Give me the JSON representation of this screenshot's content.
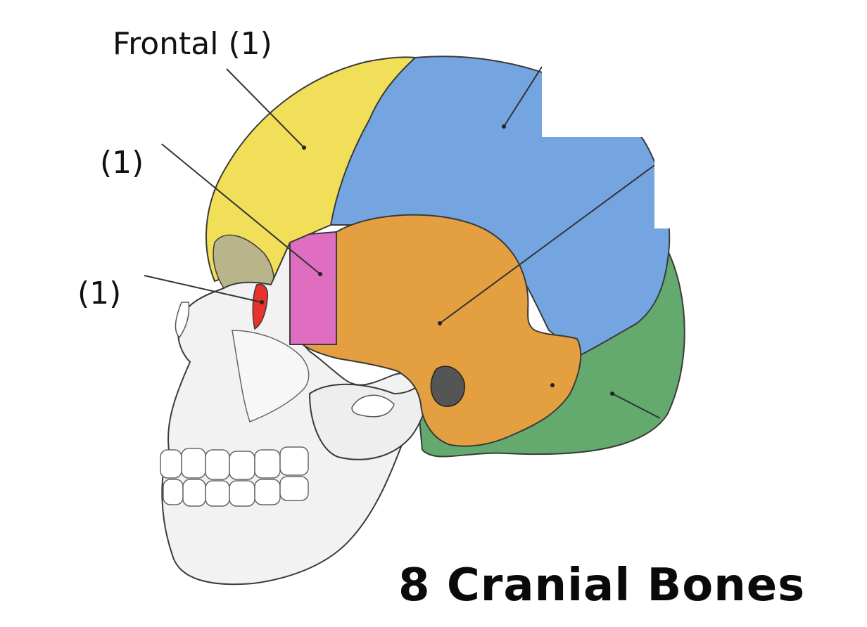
{
  "title": "8 Cranial Bones",
  "labels": {
    "frontal": "Frontal (1)",
    "ethmoid_count": "(1)",
    "lacrimal_count": "(1)"
  },
  "colors": {
    "frontal": "#f1df5a",
    "parietal": "#74a5e0",
    "temporal": "#e4a040",
    "occipital": "#64aa6e",
    "sphenoid": "#df6ec0",
    "lacrimal": "#e8322c",
    "facial": "#f2f2f2",
    "outline": "#3a3a3a"
  }
}
